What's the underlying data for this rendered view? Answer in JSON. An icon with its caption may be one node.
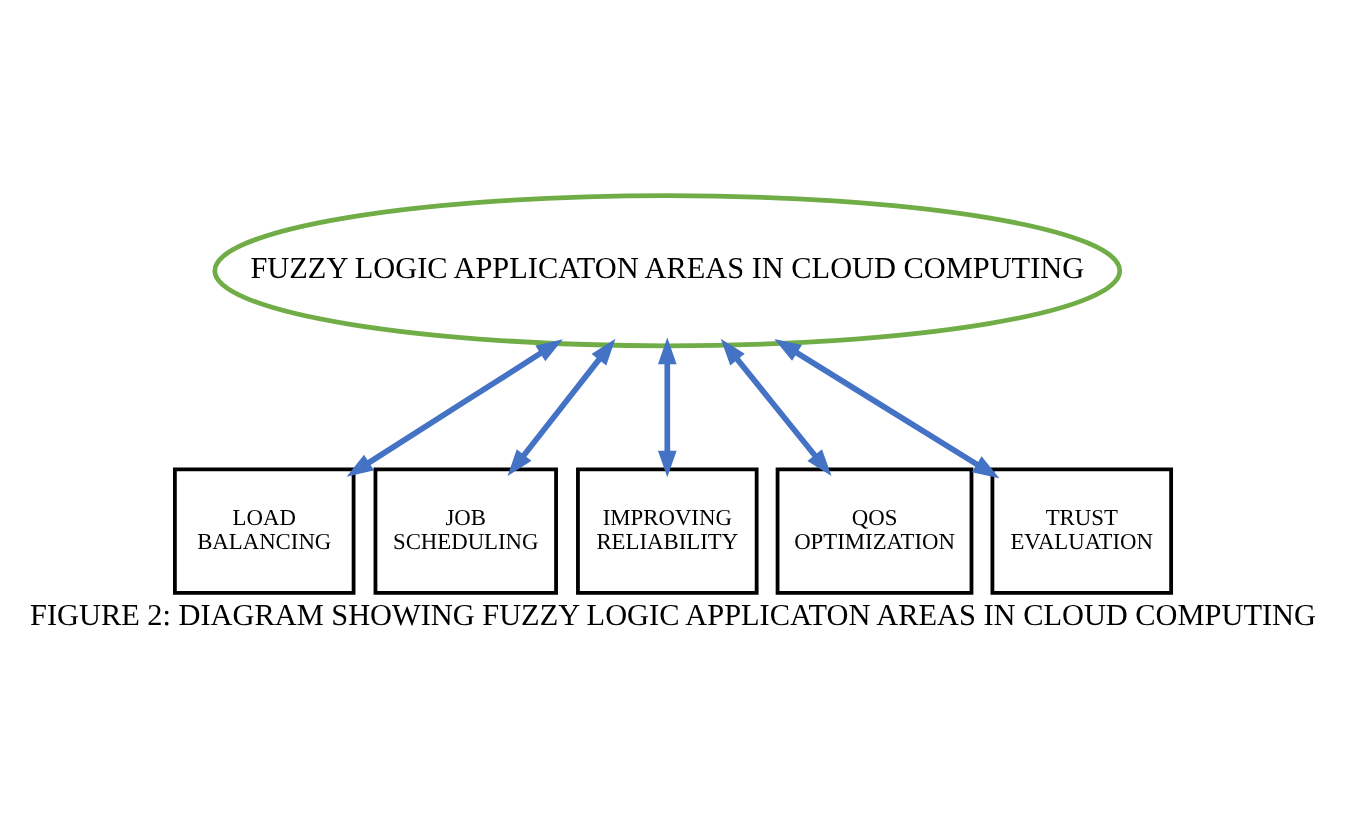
{
  "diagram": {
    "caption": "FIGURE 2: DIAGRAM SHOWING FUZZY LOGIC APPLICATON AREAS IN CLOUD COMPUTING",
    "nodes": [
      {
        "text": [
          "FUZZY LOGIC APPLICATON AREAS IN CLOUD COMPUTING"
        ]
      },
      {
        "text": [
          "LOAD BALANCING"
        ]
      },
      {
        "text": [
          "JOB SCHEDULING"
        ]
      },
      {
        "text": [
          "IMPROVING RELIABILITY"
        ]
      },
      {
        "text": [
          "QOS OPTIMIZATION"
        ]
      },
      {
        "text": [
          "TRUST EVALUATION"
        ]
      }
    ],
    "edges": [
      {
        "from": 0,
        "to": 1,
        "arrow": "both"
      },
      {
        "from": 0,
        "to": 2,
        "arrow": "both"
      },
      {
        "from": 0,
        "to": 3,
        "arrow": "both"
      },
      {
        "from": 0,
        "to": 4,
        "arrow": "both"
      },
      {
        "from": 0,
        "to": 5,
        "arrow": "both"
      }
    ]
  }
}
